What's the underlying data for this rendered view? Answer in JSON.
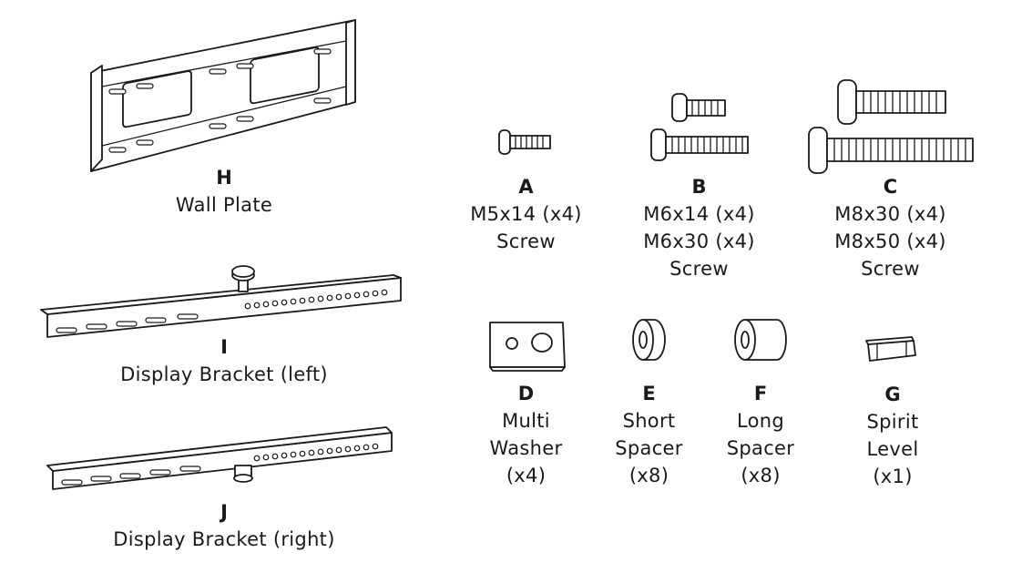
{
  "parts": {
    "H": {
      "letter": "H",
      "lines": [
        "Wall Plate"
      ]
    },
    "I": {
      "letter": "I",
      "lines": [
        "Display Bracket (left)"
      ]
    },
    "J": {
      "letter": "J",
      "lines": [
        "Display Bracket (right)"
      ]
    },
    "A": {
      "letter": "A",
      "lines": [
        "M5x14 (x4)",
        "Screw"
      ]
    },
    "B": {
      "letter": "B",
      "lines": [
        "M6x14 (x4)",
        "M6x30 (x4)",
        "Screw"
      ]
    },
    "C": {
      "letter": "C",
      "lines": [
        "M8x30 (x4)",
        "M8x50 (x4)",
        "Screw"
      ]
    },
    "D": {
      "letter": "D",
      "lines": [
        "Multi",
        "Washer",
        "(x4)"
      ]
    },
    "E": {
      "letter": "E",
      "lines": [
        "Short",
        "Spacer",
        "(x8)"
      ]
    },
    "F": {
      "letter": "F",
      "lines": [
        "Long",
        "Spacer",
        "(x8)"
      ]
    },
    "G": {
      "letter": "G",
      "lines": [
        "Spirit",
        "Level",
        "(x1)"
      ]
    }
  }
}
